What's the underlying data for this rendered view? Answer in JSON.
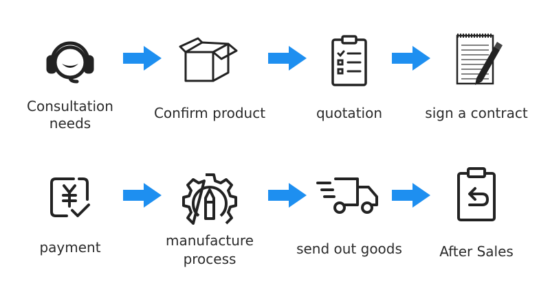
{
  "steps": [
    {
      "id": "consultation",
      "label1": "Consultation",
      "label2": "needs",
      "icon": "headset-smile-icon"
    },
    {
      "id": "confirm",
      "label1": "Confirm product",
      "label2": "",
      "icon": "open-box-icon"
    },
    {
      "id": "quotation",
      "label1": "quotation",
      "label2": "",
      "icon": "clipboard-checklist-icon"
    },
    {
      "id": "contract",
      "label1": "sign a contract",
      "label2": "",
      "icon": "notepad-pen-icon"
    },
    {
      "id": "payment",
      "label1": "payment",
      "label2": "",
      "icon": "yen-receipt-check-icon"
    },
    {
      "id": "manufacture",
      "label1": "manufacture",
      "label2": "process",
      "icon": "gear-pen-icon"
    },
    {
      "id": "send",
      "label1": "send out goods",
      "label2": "",
      "icon": "delivery-truck-icon"
    },
    {
      "id": "aftersales",
      "label1": "After Sales",
      "label2": "",
      "icon": "clipboard-return-icon"
    }
  ],
  "colors": {
    "arrow": "#1e8ff0",
    "stroke": "#222222"
  }
}
